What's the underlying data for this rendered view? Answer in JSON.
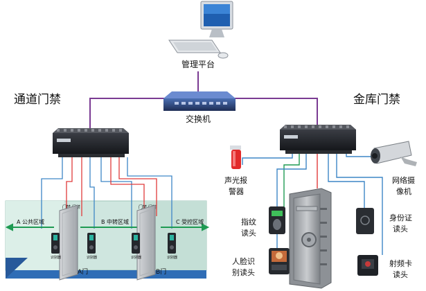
{
  "center": {
    "platform_label": "管理平台",
    "switch_label": "交换机"
  },
  "channel": {
    "title": "通道门禁",
    "zone_a": "A  公共区域",
    "zone_b": "B  中转区域",
    "zone_c": "C  受控区域",
    "door_a": "A门",
    "door_b": "B门",
    "door_tag": "门禁 门禁",
    "reader_tag": "识别器"
  },
  "vault": {
    "title": "金库门禁",
    "alarm_label": [
      "声光报",
      "警器"
    ],
    "camera_label": [
      "网络摄",
      "像机"
    ],
    "fingerprint_label": [
      "指纹",
      "读头"
    ],
    "face_label": [
      "人脸识",
      "别读头"
    ],
    "idcard_label": [
      "身份证",
      "读头"
    ],
    "rfcard_label": [
      "射频卡",
      "读头"
    ]
  },
  "colors": {
    "network_line": "#7a3a92",
    "signal_blue": "#3d86c6",
    "signal_red": "#e03a3a",
    "signal_green": "#1e9a52",
    "zone_fill": "#cfe6df",
    "floor": "#2f6db6"
  }
}
